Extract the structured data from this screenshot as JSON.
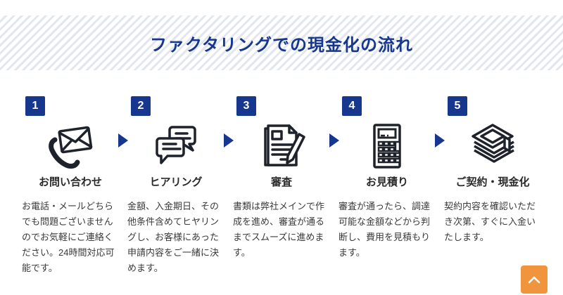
{
  "header": {
    "title": "ファクタリングでの現金化の流れ"
  },
  "steps": [
    {
      "number": "1",
      "title": "お問い合わせ",
      "description": "お電話・メールどちらでも問題ございませんのでお気軽にご連絡ください。24時間対応可能です。",
      "icon": "phone-mail-icon"
    },
    {
      "number": "2",
      "title": "ヒアリング",
      "description": "金額、入金期日、その他条件含めてヒヤリングし、お客様にあった申請内容をご一緒に決めます。",
      "icon": "chat-bubbles-icon"
    },
    {
      "number": "3",
      "title": "審査",
      "description": "書類は弊社メインで作成を進め、審査が通るまでスムーズに進めます。",
      "icon": "document-pen-icon"
    },
    {
      "number": "4",
      "title": "お見積り",
      "description": "審査が通ったら、調達可能な金額などから判断し、費用を見積もります。",
      "icon": "calculator-icon"
    },
    {
      "number": "5",
      "title": "ご契約・現金化",
      "description": "契約内容を確認いただき次第、すぐに入金いたします。",
      "icon": "money-stack-icon"
    }
  ],
  "back_to_top": {
    "icon": "chevron-up-icon"
  },
  "colors": {
    "accent_navy": "#17378f",
    "icon_dark": "#1e222b",
    "stripe": "#e2e7ed",
    "back_to_top_orange": "#f0943e",
    "body_text": "#3a3a3a"
  }
}
